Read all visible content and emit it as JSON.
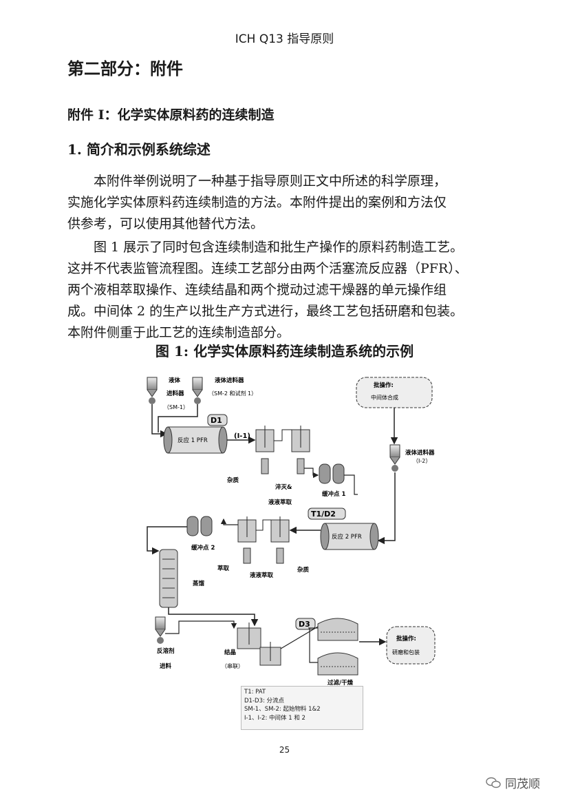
{
  "header": "ICH Q13 指导原则",
  "part_title": "第二部分：附件",
  "annex_title": "附件 I：化学实体原料药的连续制造",
  "section_title": "1.  简介和示例系统综述",
  "paragraph1": [
    "本附件举例说明了一种基于指导原则正文中所述的科学原理，",
    "实施化学实体原料药连续制造的方法。本附件提出的案例和方法仅",
    "供参考，可以使用其他替代方法。"
  ],
  "paragraph2": [
    "图 1 展示了同时包含连续制造和批生产操作的原料药制造工艺。",
    "这并不代表监管流程图。连续工艺部分由两个活塞流反应器（PFR）、",
    "两个液相萃取操作、连续结晶和两个搅动过滤干燥器的单元操作组",
    "成。中间体 2 的生产以批生产方式进行，最终工艺包括研磨和包装。",
    "本附件侧重于此工艺的连续制造部分。"
  ],
  "figure_title": "图 1:  化学实体原料药连续制造系统的示例",
  "diagram": {
    "feed1": [
      "液体",
      "进料器",
      "（SM-1）"
    ],
    "feed2": [
      "液体进料器",
      "（SM-2 和试剂 1）"
    ],
    "batch_op1": [
      "批操作:",
      "中间体合成"
    ],
    "d1": "D1",
    "reactor1": "反应 1 PFR",
    "i1": "(I-1)",
    "feed3": [
      "液体进料器",
      "（I-2）"
    ],
    "impurity1": "杂质",
    "quench": [
      "淬灭&",
      "液液萃取"
    ],
    "buffer1": "缓冲点 1",
    "t1d2": "T1/D2",
    "reactor2": "反应 2 PFR",
    "buffer2": "缓冲点 2",
    "extract": "萃取",
    "lle": "液液萃取",
    "impurity2": "杂质",
    "distill": "蒸馏",
    "antisolvent": [
      "反溶剂",
      "进料"
    ],
    "crystal": [
      "结晶",
      "（串联）"
    ],
    "d3": "D3",
    "filter": "过滤/干燥",
    "batch_op2": [
      "批操作:",
      "研磨和包装"
    ]
  },
  "legend": [
    "T1:   PAT",
    "D1-D3:  分流点",
    "SM-1、SM-2:  起始物料 1&2",
    "I-1、I-2:  中间体 1 和 2"
  ],
  "page_number": "25",
  "watermark": "同茂顺"
}
